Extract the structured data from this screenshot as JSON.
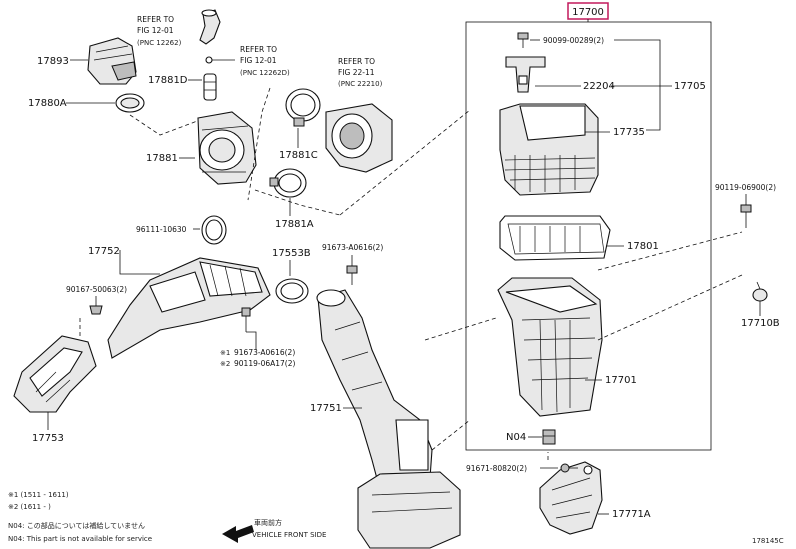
{
  "callouts": {
    "p17700": "17700",
    "p17893": "17893",
    "p17880a": "17880A",
    "p17881d": "17881D",
    "p17881": "17881",
    "p17881c": "17881C",
    "p17881a": "17881A",
    "p17752": "17752",
    "p17553b": "17553B",
    "p17753": "17753",
    "p17751": "17751",
    "p90099": "90099-00289(2)",
    "p22204": "22204",
    "p17705": "17705",
    "p17735": "17735",
    "p90119_06900": "90119-06900(2)",
    "p17801": "17801",
    "p17710b": "17710B",
    "p17701": "17701",
    "n04": "N04",
    "p91671": "91671-80820(2)",
    "p17771a": "17771A",
    "p96111": "96111-10630",
    "p91673_top": "91673-A0616(2)",
    "p90167": "90167-50063(2)",
    "p91673_bot": "91673-A0616(2)",
    "p90119_06a17": "90119-06A17(2)"
  },
  "refer_notes": {
    "ref1_line1": "REFER TO",
    "ref1_line2": "FIG 12-01",
    "ref1_line3": "(PNC 12262)",
    "ref2_line1": "REFER TO",
    "ref2_line2": "FIG 12-01",
    "ref2_line3": "(PNC 12262D)",
    "ref3_line1": "REFER TO",
    "ref3_line2": "FIG 22-11",
    "ref3_line3": "(PNC 22210)"
  },
  "footnotes": {
    "note1": "※1 (1511 - 1611)",
    "note2": "※2 (1611 - )",
    "n04_jp": "N04: この部品については補給していません",
    "n04_en": "N04: This part is not available for service",
    "front_jp": "車両前方",
    "front_en": "VEHICLE FRONT SIDE",
    "figure_code": "178145C"
  },
  "markers": {
    "star1": "※1",
    "star2": "※2"
  }
}
